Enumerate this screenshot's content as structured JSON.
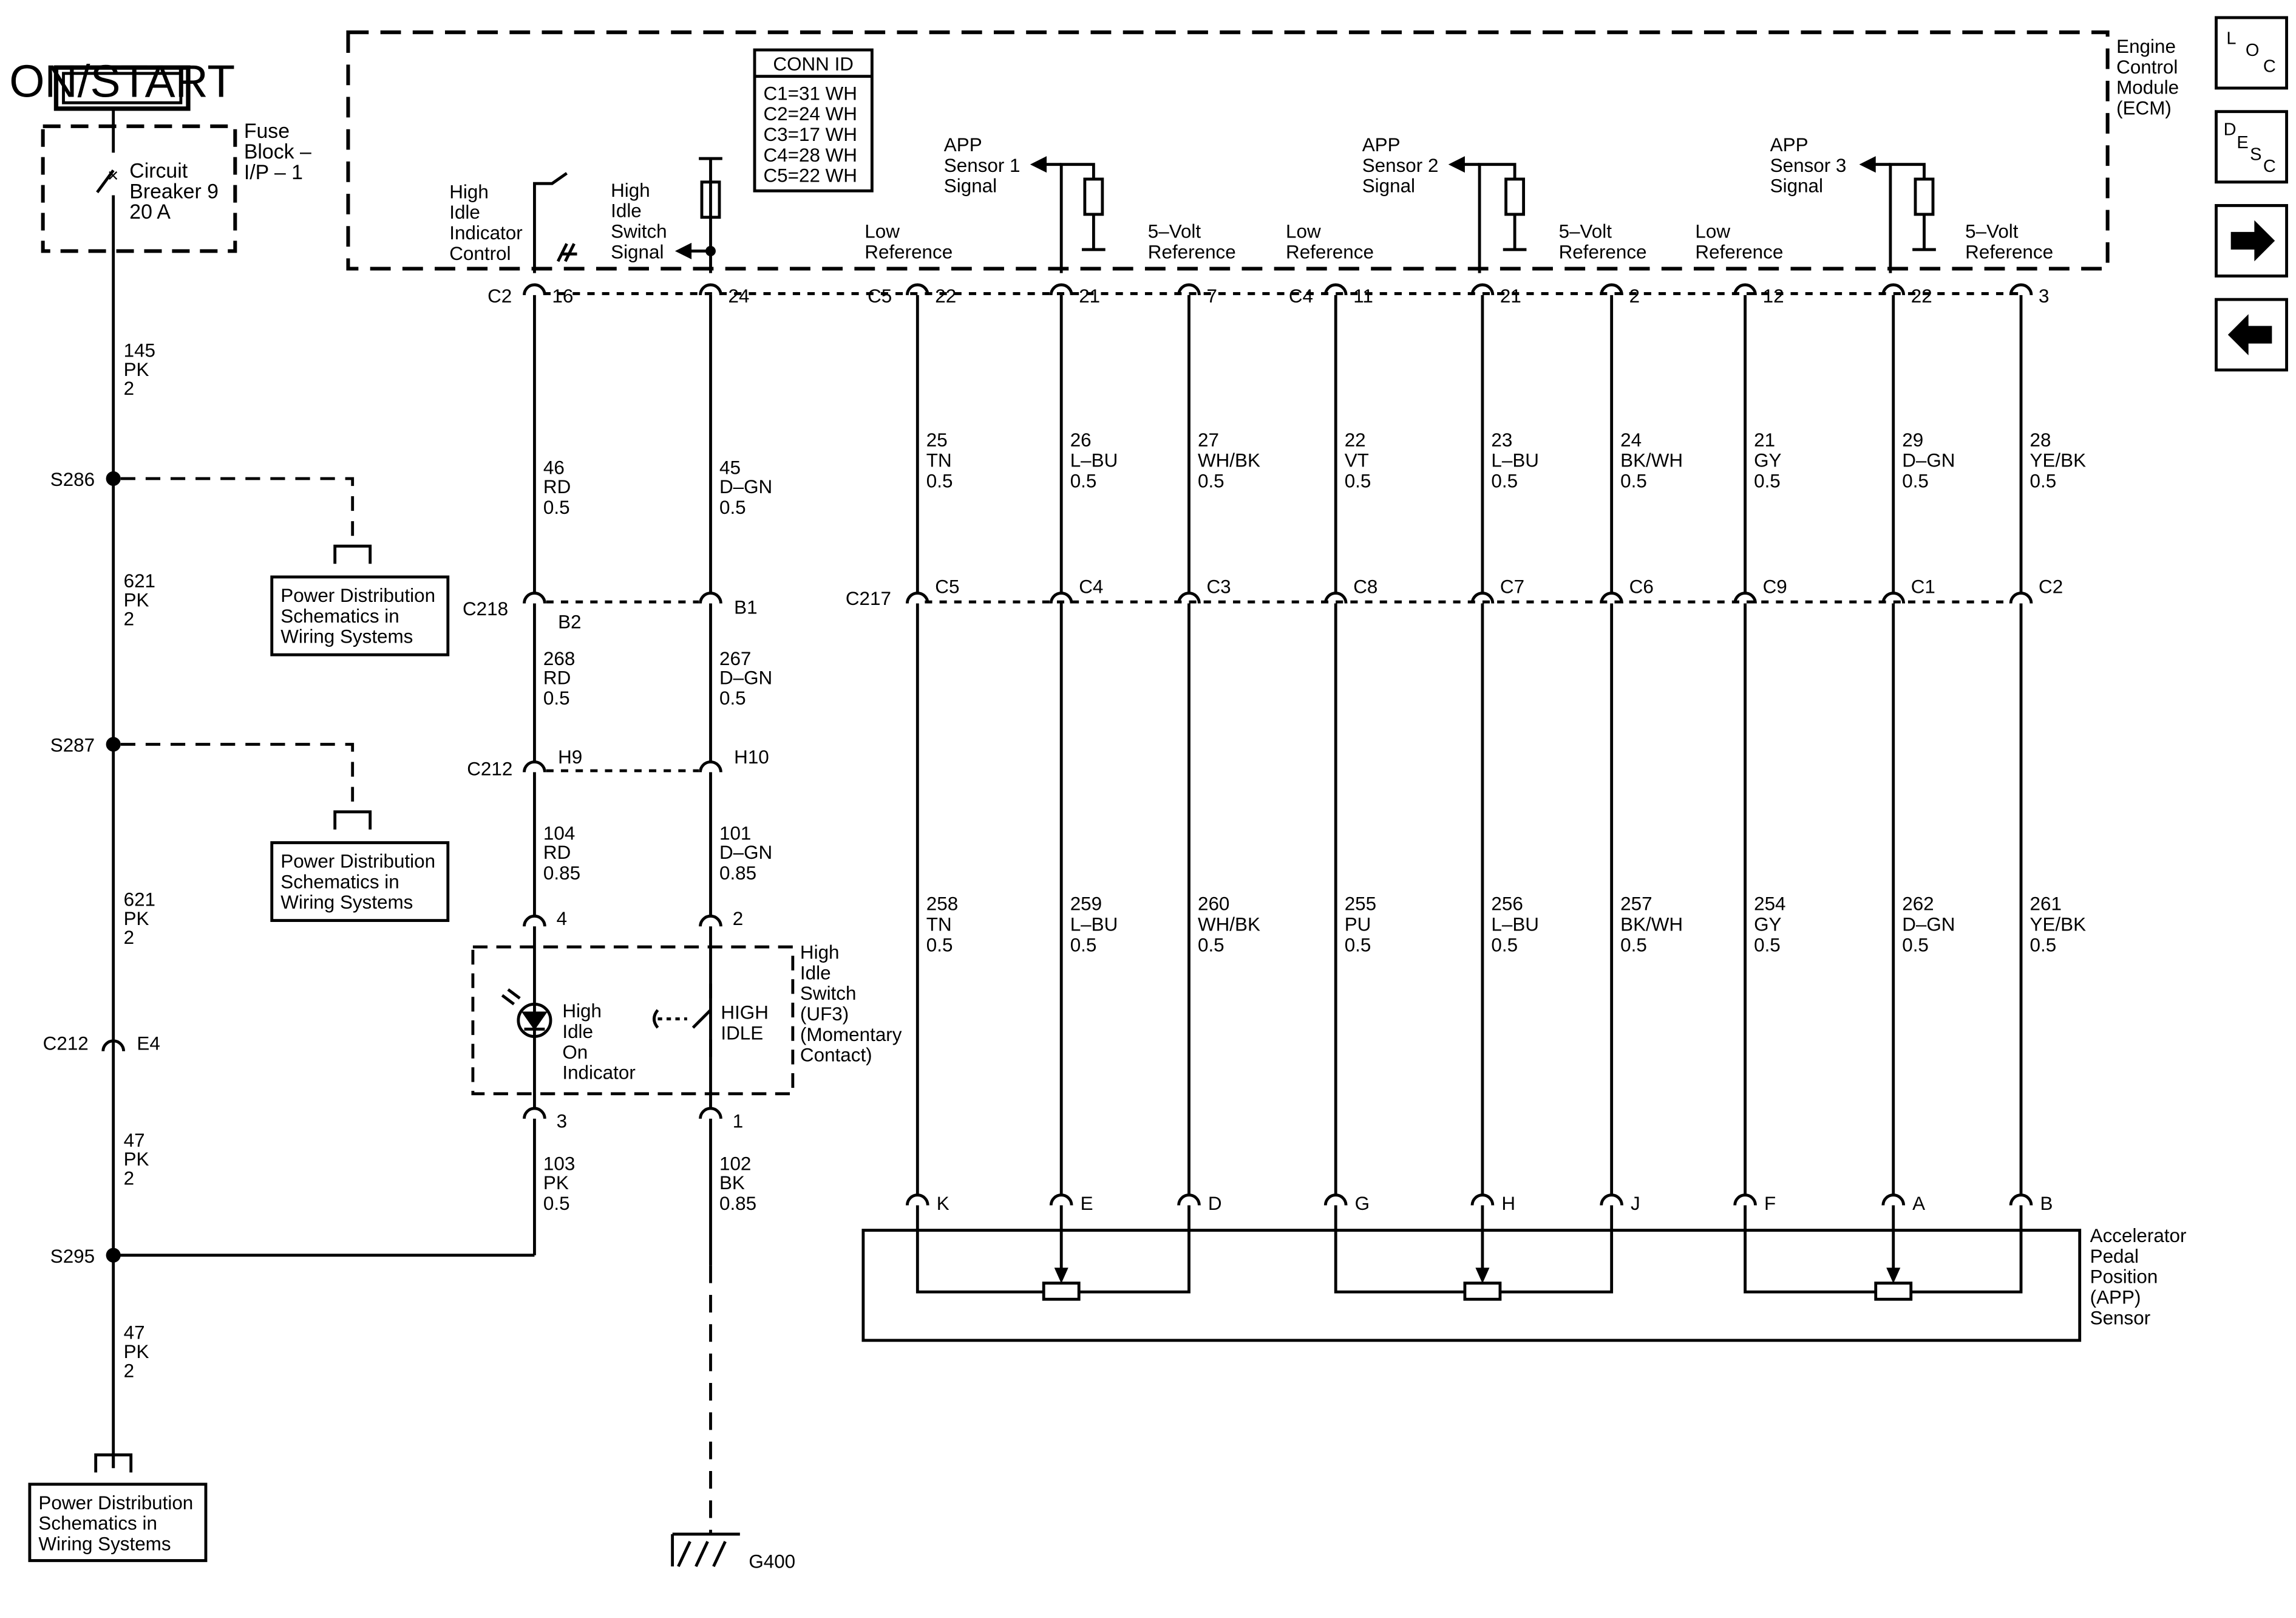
{
  "power": {
    "label": "ON/START"
  },
  "fuse": {
    "block": [
      "Fuse",
      "Block –",
      "I/P – 1"
    ],
    "breaker": [
      "Circuit",
      "Breaker 9",
      "20 A"
    ]
  },
  "module": {
    "name": [
      "Engine",
      "Control",
      "Module",
      "(ECM)"
    ]
  },
  "conn_id": {
    "title": "CONN ID",
    "rows": [
      "C1=31 WH",
      "C2=24 WH",
      "C3=17 WH",
      "C4=28 WH",
      "C5=22 WH"
    ]
  },
  "ecm_labels": {
    "indicator": [
      "High",
      "Idle",
      "Indicator",
      "Control"
    ],
    "switch": [
      "High",
      "Idle",
      "Switch",
      "Signal"
    ],
    "app1": [
      "APP",
      "Sensor 1",
      "Signal"
    ],
    "app2": [
      "APP",
      "Sensor 2",
      "Signal"
    ],
    "app3": [
      "APP",
      "Sensor 3",
      "Signal"
    ],
    "low_ref": [
      "Low",
      "Reference"
    ],
    "five_v_ref": [
      "5–Volt",
      "Reference"
    ]
  },
  "connectors": {
    "ecm": {
      "c2": "C2",
      "c5": "C5",
      "c4": "C4"
    },
    "c217": "C217",
    "c218": "C218",
    "c212": "C212",
    "c212_left": "C212"
  },
  "ecm_pins": [
    "16",
    "24",
    "22",
    "21",
    "7",
    "11",
    "21",
    "2",
    "12",
    "22",
    "3"
  ],
  "upper_wires": [
    [
      "46",
      "RD",
      "0.5"
    ],
    [
      "45",
      "D–GN",
      "0.5"
    ],
    [
      "25",
      "TN",
      "0.5"
    ],
    [
      "26",
      "L–BU",
      "0.5"
    ],
    [
      "27",
      "WH/BK",
      "0.5"
    ],
    [
      "22",
      "VT",
      "0.5"
    ],
    [
      "23",
      "L–BU",
      "0.5"
    ],
    [
      "24",
      "BK/WH",
      "0.5"
    ],
    [
      "21",
      "GY",
      "0.5"
    ],
    [
      "29",
      "D–GN",
      "0.5"
    ],
    [
      "28",
      "YE/BK",
      "0.5"
    ]
  ],
  "c218_pins": [
    "B2",
    "B1"
  ],
  "c217_pins": [
    "C5",
    "C4",
    "C3",
    "C8",
    "C7",
    "C6",
    "C9",
    "C1",
    "C2"
  ],
  "mid_wires": [
    [
      "268",
      "RD",
      "0.5"
    ],
    [
      "267",
      "D–GN",
      "0.5"
    ]
  ],
  "c212_pins": [
    "H9",
    "H10"
  ],
  "lower_wires": [
    [
      "104",
      "RD",
      "0.85"
    ],
    [
      "101",
      "D–GN",
      "0.85"
    ]
  ],
  "lower_sensor_wires": [
    [
      "258",
      "TN",
      "0.5"
    ],
    [
      "259",
      "L–BU",
      "0.5"
    ],
    [
      "260",
      "WH/BK",
      "0.5"
    ],
    [
      "255",
      "PU",
      "0.5"
    ],
    [
      "256",
      "L–BU",
      "0.5"
    ],
    [
      "257",
      "BK/WH",
      "0.5"
    ],
    [
      "254",
      "GY",
      "0.5"
    ],
    [
      "262",
      "D–GN",
      "0.5"
    ],
    [
      "261",
      "YE/BK",
      "0.5"
    ]
  ],
  "switch_assembly": {
    "pin_top_left": "4",
    "pin_top_right": "2",
    "pin_bottom_left": "3",
    "pin_bottom_right": "1",
    "indicator": [
      "High",
      "Idle",
      "On",
      "Indicator"
    ],
    "switch_text": [
      "HIGH",
      "IDLE"
    ],
    "name": [
      "High",
      "Idle",
      "Switch",
      "(UF3)",
      "(Momentary",
      "Contact)"
    ]
  },
  "ground_wires": [
    [
      "103",
      "PK",
      "0.5"
    ],
    [
      "102",
      "BK",
      "0.85"
    ]
  ],
  "ground": "G400",
  "left_wires": [
    [
      "145",
      "PK",
      "2"
    ],
    [
      "621",
      "PK",
      "2"
    ],
    [
      "621",
      "PK",
      "2"
    ],
    [
      "47",
      "PK",
      "2"
    ],
    [
      "47",
      "PK",
      "2"
    ]
  ],
  "splices": [
    "S286",
    "S287",
    "S295"
  ],
  "c212_left_pin": "E4",
  "power_dist": [
    "Power Distribution",
    "Schematics in",
    "Wiring Systems"
  ],
  "sensor_pins": [
    "K",
    "E",
    "D",
    "G",
    "H",
    "J",
    "F",
    "A",
    "B"
  ],
  "sensor_name": [
    "Accelerator",
    "Pedal",
    "Position",
    "(APP)",
    "Sensor"
  ],
  "nav": {
    "loc": [
      "L",
      "O",
      "C"
    ],
    "desc": [
      "D",
      "E",
      "S",
      "C"
    ],
    "next_icon": "arrow-right-icon",
    "prev_icon": "arrow-left-icon"
  }
}
